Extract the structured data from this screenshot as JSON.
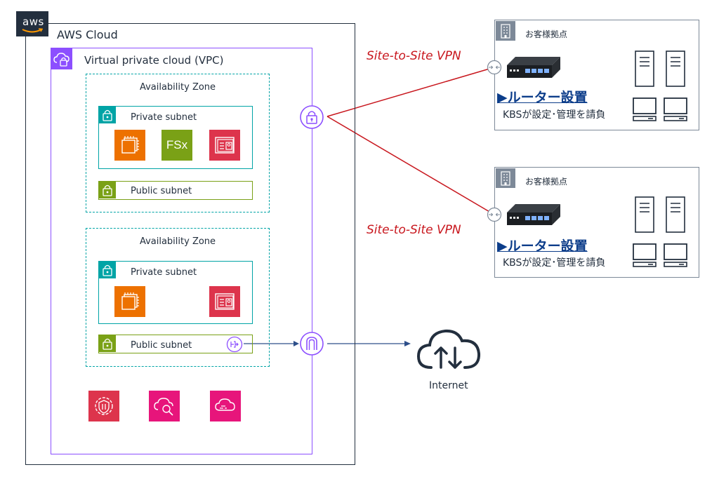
{
  "colors": {
    "cloud_border": "#232f3e",
    "vpc": "#8c4fff",
    "private_subnet": "#00a4a6",
    "public_subnet": "#7aa116",
    "vpn_line": "#c8161d",
    "router_text": "#0c3d8a",
    "compute_orange": "#ed7100",
    "storage_green": "#7aa116",
    "security_red": "#dd344c",
    "management_pink": "#e7157b"
  },
  "aws_logo": "aws",
  "aws_cloud": {
    "title": "AWS Cloud"
  },
  "vpc": {
    "title": "Virtual private cloud (VPC)",
    "icon": "vpc-cloud-lock-icon"
  },
  "availability_zones": [
    {
      "title": "Availability Zone",
      "private_subnet": {
        "label": "Private subnet",
        "services": [
          "ec2-icon",
          "fsx-icon",
          "directory-service-icon"
        ],
        "fsx_label": "FSx"
      },
      "public_subnet": {
        "label": "Public subnet"
      }
    },
    {
      "title": "Availability Zone",
      "private_subnet": {
        "label": "Private subnet",
        "services": [
          "ec2-icon",
          "directory-service-icon"
        ]
      },
      "public_subnet": {
        "label": "Public subnet",
        "gateway": "nat-gateway-icon"
      }
    }
  ],
  "bottom_services": [
    "aws-waf-icon",
    "cloudwatch-icon",
    "cloudformation-icon"
  ],
  "vpn_gateway": "vpn-gateway-lock-icon",
  "internet_gateway": "internet-gateway-icon",
  "vpn_connections": [
    {
      "label": "Site-to-Site VPN"
    },
    {
      "label": "Site-to-Site VPN"
    }
  ],
  "customer_sites": [
    {
      "label": "お客様拠点",
      "router_label": "▶ルーター設置",
      "management_label": "KBSが設定･管理を請負"
    },
    {
      "label": "お客様拠点",
      "router_label": "▶ルーター設置",
      "management_label": "KBSが設定･管理を請負"
    }
  ],
  "internet": {
    "label": "Internet",
    "icon": "internet-cloud-icon"
  }
}
